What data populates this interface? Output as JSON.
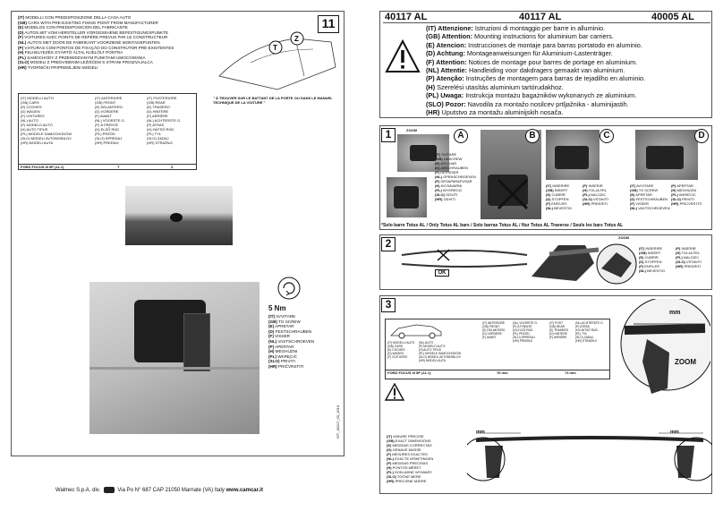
{
  "left": {
    "page_number": "11",
    "fixing_note": [
      [
        "(IT)",
        "MODELLI CON PREDISPOSIZIONE DELLA CASA AUTO"
      ],
      [
        "(GB)",
        "CARS WITH PRE-EXISTING FIXING POINT FROM MANUFACTURER"
      ],
      [
        "(E)",
        "MODELOS CON PREDISPOSICION DEL FABRICANTE"
      ],
      [
        "(D)",
        "AUTOS MIT VOM HERSTELLER VORGESEHENE BEFESTIGUNGSPUNKTE"
      ],
      [
        "(F)",
        "VOITURES AVEC POINTS DE REPÈRE PREVUS PAR LE CONSTRUCTEUR"
      ],
      [
        "(NL)",
        "AUTO'S MET DOOR DE FABRIKANT VOORZIENE MONTAGEPUNTEN"
      ],
      [
        "(P)",
        "VIATURAS COM PONTOS DE FIXAÇÃO DO CONSTRUTOR PRÉ-EXISTENTES"
      ],
      [
        "(H)",
        "FELHELYEZÉS GYÁRTÓ ÁLTAL KIJELÖLT PONTRA"
      ],
      [
        "(PL)",
        "SAMOCHODY Z PRZEWIDZIANYM PUNKTAMI UMOCOWANIA"
      ],
      [
        "(SLO)",
        "MODELI Z PREDVIDENIM LEŽIŠČEM S STRANI PROIZVAJALCA"
      ],
      [
        "(HR)",
        "TVORNIČKI PRIPREMLJENI MODELI"
      ]
    ],
    "door_note": "\" À TROUVER SUR LE BATTANT DE LA PORTE OU DANS LE MANUEL TECHNIQUE DE LA VOITURE \"",
    "car_labels": [
      "T",
      "Z"
    ],
    "model_col": [
      "(IT) MODELLI AUTO",
      "(GB) CARS",
      "(E) COCHES",
      "(D) WAGEN",
      "(F) VOITURES",
      "(NL) AUTO",
      "(P) MODELO AUTO",
      "(H) AUTO TIPUS",
      "(PL) MODELE SAMOCHODÓW",
      "(SLO) MODELI AVTOMOBILOV",
      "(HR) MODELI AUTA"
    ],
    "front_col": [
      "(IT) ANTERIORE",
      "(GB) FRONT",
      "(E) DELANTERO",
      "(D) VORDERE",
      "(F) AVANT",
      "(NL) VOORSTE G.",
      "(P) À FRENTE",
      "(H) ELSŐ RÚD",
      "(PL) PRZÓD",
      "(SLO) SPREDAJ",
      "(HR) PREDNJI"
    ],
    "rear_col": [
      "(IT) POSTERIORE",
      "(GB) REAR",
      "(E) TRASERO",
      "(D) HINTERE",
      "(F) ARRIÈRE",
      "(NL) ACHTERSTE G.",
      "(P) ATRÁS",
      "(H) HÁTSÓ RÚD",
      "(PL) TYŁ",
      "(SLO) ZADAJ",
      "(HR) STRAŽNJI"
    ],
    "car_model": "FORD FOCUS III 5P (11->)",
    "front_val": "T",
    "rear_val": "Z",
    "torque": "5 Nm",
    "screw_note": [
      [
        "(IT)",
        "AVVITARE"
      ],
      [
        "(GB)",
        "TO SCREW"
      ],
      [
        "(E)",
        "APRETAR"
      ],
      [
        "(D)",
        "FESTSCHRAUBEN"
      ],
      [
        "(F)",
        "VISSER"
      ],
      [
        "(NL)",
        "VASTSCHROEVEN"
      ],
      [
        "(P)",
        "APERTAR"
      ],
      [
        "(H)",
        "MEGHÚZNI"
      ],
      [
        "(PL)",
        "WKRĘCIĆ"
      ],
      [
        "(SLO)",
        "PRIVITI"
      ],
      [
        "(HR)",
        "PRIČVRSTITI"
      ]
    ],
    "doc_code": "IST_40117_03_1910",
    "footer": {
      "company": "Walmec S.p.A. div.",
      "address": "Via Po N° 687 CAP 21050 Marnate (VA) Italy",
      "site": "www.camcar.it"
    }
  },
  "right": {
    "codes": [
      "40117 AL",
      "40117 AL",
      "40005 AL"
    ],
    "attention": [
      [
        "(IT) Attenzione:",
        "Istruzioni di montaggio per barre in alluminio."
      ],
      [
        "(GB) Attention:",
        "Mounting instructions for aluminium bar carriers."
      ],
      [
        "(E) Atencion:",
        "Instrucciones de montaje para barras portatodo en aluminio."
      ],
      [
        "(D) Achtung:",
        "Montageanweisungen für Aluminium-Lastenträger."
      ],
      [
        "(F) Attention:",
        "Notices de montage pour barres de portage en aluminium."
      ],
      [
        "(NL) Attentie:",
        "Handleiding voor dakdragers gemaakt van aluminium."
      ],
      [
        "(P) Atenção:",
        "Instruções de montagem para barras de tejadilho en aluminio."
      ],
      [
        "(H)",
        "Szerelési utasítás aluminium tartórudakhoz."
      ],
      [
        "(PL) Uwaga:",
        "Instrukcja montażu bagażników wykonanych ze aluminium."
      ],
      [
        "(SLO) Pozor:",
        "Navodila za montažo nosilcev prtljažnika - aluminijastih."
      ],
      [
        "(HR)",
        "Uputstvo za montažu aluminijskih nosača."
      ]
    ],
    "step1": {
      "num": "1",
      "zoom": "ZOOM",
      "letters": [
        "A",
        "B",
        "C",
        "D"
      ],
      "a_text": [
        [
          "(IT)",
          "SVITARE"
        ],
        [
          "(GB)",
          "UNSCREW"
        ],
        [
          "(E)",
          "AFLOJAR"
        ],
        [
          "(D)",
          "ABSCHRAUBEN"
        ],
        [
          "(F)",
          "DEVISSER"
        ],
        [
          "(NL)",
          "OPENSCHROEVEN"
        ],
        [
          "(P)",
          "DESAPARAFUSAR"
        ],
        [
          "(H)",
          "KICSAVARNI"
        ],
        [
          "(PL)",
          "WYKRECIC"
        ],
        [
          "(SLO)",
          "ODVITI"
        ],
        [
          "(HR)",
          "ODVITI"
        ]
      ],
      "c_text": [
        [
          "(IT)",
          "INSERIRE"
        ],
        [
          "(GB)",
          "INSERT"
        ],
        [
          "(E)",
          "CUBRIR"
        ],
        [
          "(D)",
          "STOPFEN"
        ],
        [
          "(F)",
          "ENFILER"
        ],
        [
          "(NL)",
          "BEVESTIG"
        ],
        [
          "(P)",
          "INSERIR"
        ],
        [
          "(H)",
          "TOLJA FEL"
        ],
        [
          "(PL)",
          "NALOZIC"
        ],
        [
          "(SLO)",
          "VSTAVITI"
        ],
        [
          "(HR)",
          "PREKRITI"
        ]
      ],
      "d_text": [
        [
          "(IT)",
          "AVVITARE"
        ],
        [
          "(GB)",
          "TO SCREW"
        ],
        [
          "(E)",
          "APRETAR"
        ],
        [
          "(D)",
          "FESTSCHRAUBEN"
        ],
        [
          "(F)",
          "VISSER"
        ],
        [
          "(NL)",
          "VASTSCHROEVEN"
        ],
        [
          "(P)",
          "APERTAR"
        ],
        [
          "(H)",
          "MEGHUZNI"
        ],
        [
          "(PL)",
          "WKRECIC"
        ],
        [
          "(SLO)",
          "PRIVITI"
        ],
        [
          "(HR)",
          "PRICVRSTITI"
        ]
      ],
      "note": "*Solo barre Totus AL / Only Totus AL bars / Solo barras Totus AL / Nur Totus AL Traverse / Seuls les bars Totus AL"
    },
    "step2": {
      "num": "2",
      "zoom": "ZOOM",
      "ok": "OK",
      "text": [
        [
          "(IT)",
          "INSERIRE"
        ],
        [
          "(GB)",
          "INSERT"
        ],
        [
          "(E)",
          "CUBRIR"
        ],
        [
          "(D)",
          "STOPFEN"
        ],
        [
          "(F)",
          "ENFILER"
        ],
        [
          "(NL)",
          "BEVESTIG"
        ],
        [
          "(P)",
          "INSERIR"
        ],
        [
          "(H)",
          "TOLJA FEL"
        ],
        [
          "(PL)",
          "NALOZIC"
        ],
        [
          "(SLO)",
          "VSTAVITI"
        ],
        [
          "(HR)",
          "PREKRITI"
        ]
      ]
    },
    "step3": {
      "num": "3",
      "mm": "mm",
      "zoom": "ZOOM",
      "t_model": [
        "(IT) MODELLI AUTO",
        "(GB) CARS",
        "(E) COCHES",
        "(D) WAGEN",
        "(F) VOITURES"
      ],
      "t_model2": [
        "(NL) AUTO",
        "(P) MODELO AUTO",
        "(H) AUTO TIPUS",
        "(PL) MODELE SAMOCHODÓW",
        "(SLO) MODELI AVTOMOBILOV",
        "(HR) MODELI AUTA"
      ],
      "t_front": [
        "(IT) ANTERIORE",
        "(GB) FRONT",
        "(E) DELANTERO",
        "(D) VORDERE",
        "(F) AVANT"
      ],
      "t_front2": [
        "(NL) VOORSTE G.",
        "(P) À FRENTE",
        "(H) ELSŐ RÚD",
        "(PL) PRZÓD",
        "(SLO) SPREDAJ",
        "(HR) PREDNJI"
      ],
      "t_rear": [
        "(IT) POST.",
        "(GB) REAR",
        "(E) TRASERO",
        "(D) HINTERE",
        "(F) ARRIÈRE"
      ],
      "t_rear2": [
        "(NL) ACHTERSTE G.",
        "(P) ATRÁS",
        "(H) HÁTSÓ RÚD",
        "(PL) TYŁ",
        "(SLO) ZADAJ",
        "(HR) STRAŽNJI"
      ],
      "model": "FORD FOCUS III 5P (11->)",
      "front_mm": "76 mm",
      "rear_mm": "73 mm"
    },
    "measure": [
      [
        "(IT)",
        "MISURE PRECISE"
      ],
      [
        "(GB)",
        "EXACT DIMENSIONS"
      ],
      [
        "(E)",
        "MEDIDAS CORRECTAS"
      ],
      [
        "(D)",
        "GENAUE MASSE"
      ],
      [
        "(F)",
        "MESURES EXACTES"
      ],
      [
        "(NL)",
        "EXACTE AFMETINGEN"
      ],
      [
        "(P)",
        "MEDIDAS PRECISAS"
      ],
      [
        "(H)",
        "PONTOS MÉRET"
      ],
      [
        "(PL)",
        "DOKLADNE WYMIARY"
      ],
      [
        "(SLO)",
        "TOČNE MERE"
      ],
      [
        "(HR)",
        "PRECIZNE MJERE"
      ]
    ],
    "mm_label": "mm"
  }
}
